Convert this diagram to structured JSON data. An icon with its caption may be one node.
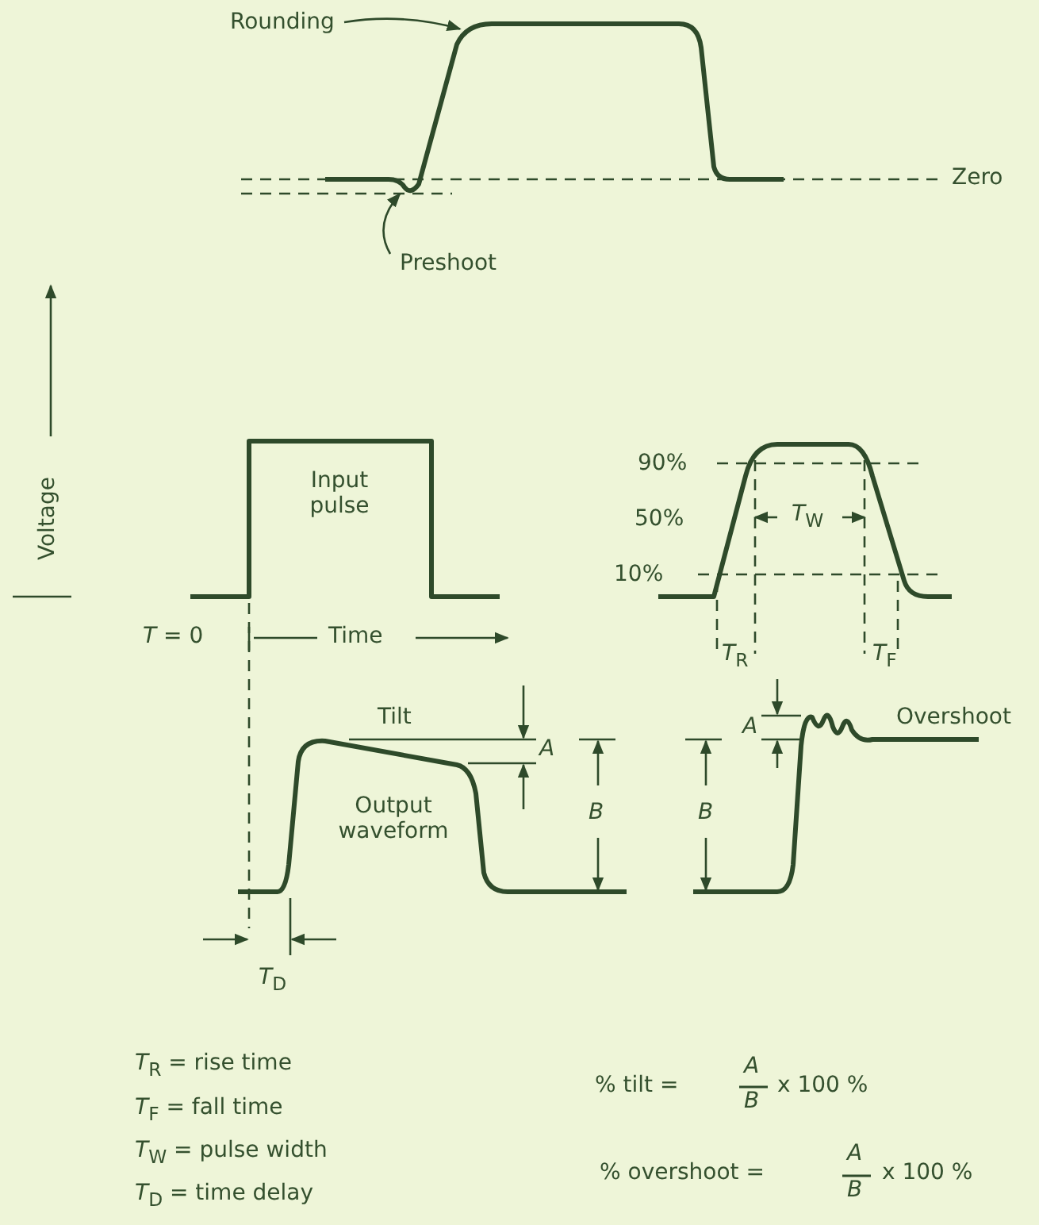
{
  "diagram": {
    "nodes": [
      {
        "text": [
          "Rounding"
        ]
      },
      {
        "text": [
          "Preshoot"
        ]
      },
      {
        "text": [],
        "shape": "line"
      }
    ],
    "edges": [
      {
        "from": 0,
        "to": 2,
        "arrow": "to"
      },
      {
        "from": 1,
        "to": 2,
        "arrow": "to"
      }
    ],
    "labels": [
      "Zero",
      "Voltage",
      "Input pulse",
      "90%",
      "50%",
      "*T*$_{W}$",
      "10%",
      "*T* = 0",
      "Time",
      "*T*$_{R}$",
      "*T*$_{F}$",
      "Tilt",
      "A",
      "Overshoot",
      "A",
      "B",
      "B",
      "Output waveform",
      "*T*$_{D}$",
      "*T*$_{R}$ = rise time",
      "*T*$_{F}$ = fall time",
      "*T*$_{W}$ = pulse width",
      "*T*$_{D}$ = time delay",
      "% tilt =",
      "A",
      "B",
      "x 100 %",
      "% overshoot =",
      "A",
      "B",
      "x 100 %"
    ]
  }
}
